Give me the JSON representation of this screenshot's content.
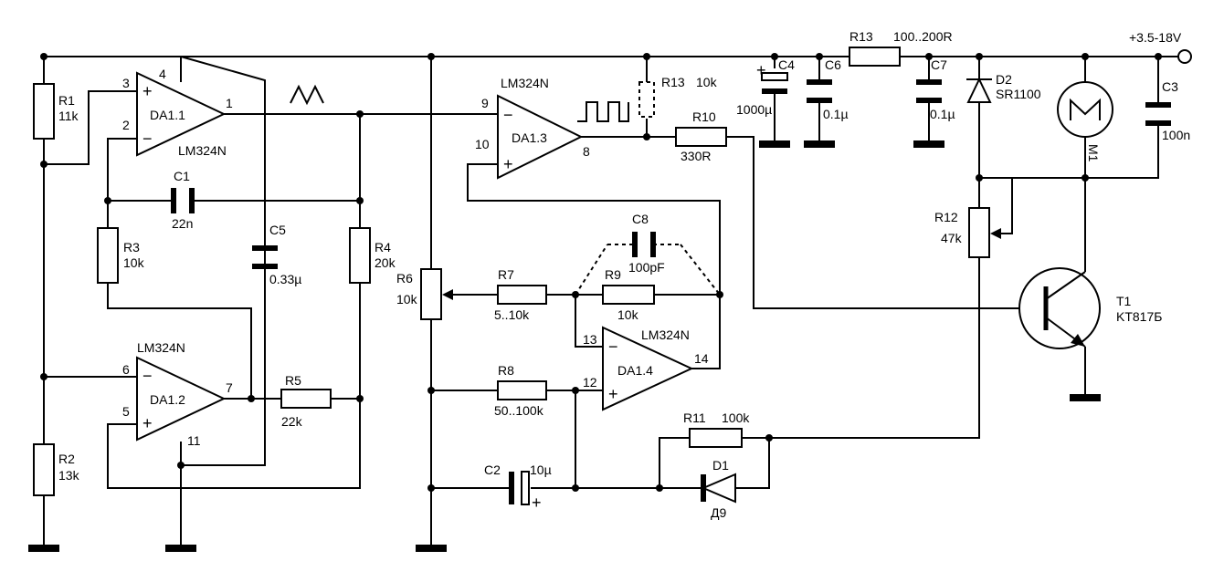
{
  "supply": "+3.5-18V",
  "components": {
    "R1": {
      "name": "R1",
      "value": "11k"
    },
    "R2": {
      "name": "R2",
      "value": "13k"
    },
    "R3": {
      "name": "R3",
      "value": "10k"
    },
    "R4": {
      "name": "R4",
      "value": "20k"
    },
    "R5": {
      "name": "R5",
      "value": "22k"
    },
    "R6": {
      "name": "R6",
      "value": "10k"
    },
    "R7": {
      "name": "R7",
      "value": "5..10k"
    },
    "R8": {
      "name": "R8",
      "value": "50..100k"
    },
    "R9": {
      "name": "R9",
      "value": "10k"
    },
    "R10": {
      "name": "R10",
      "value": "330R"
    },
    "R11": {
      "name": "R11",
      "value": "100k"
    },
    "R12": {
      "name": "R12",
      "value": "47k"
    },
    "R13": {
      "name": "R13",
      "value": "100..200R"
    },
    "R13b": {
      "name": "R13",
      "value": "10k"
    },
    "C1": {
      "name": "C1",
      "value": "22n"
    },
    "C2": {
      "name": "C2",
      "value": "10µ"
    },
    "C3": {
      "name": "C3",
      "value": "100n"
    },
    "C4": {
      "name": "C4",
      "value": "1000µ"
    },
    "C5": {
      "name": "C5",
      "value": "0.33µ"
    },
    "C6": {
      "name": "C6",
      "value": "0.1µ"
    },
    "C7": {
      "name": "C7",
      "value": "0.1µ"
    },
    "C8": {
      "name": "C8",
      "value": "100pF"
    },
    "D1": {
      "name": "D1",
      "value": "Д9"
    },
    "D2": {
      "name": "D2",
      "value": "SR1100"
    },
    "T1": {
      "name": "T1",
      "value": "KT817Б"
    },
    "M1": {
      "name": "M1"
    }
  },
  "opamps": {
    "DA1_1": {
      "name": "DA1.1",
      "part": "LM324N",
      "pins": {
        "in_plus": "3",
        "in_minus": "2",
        "out": "1",
        "vcc": "4"
      }
    },
    "DA1_2": {
      "name": "DA1.2",
      "part": "LM324N",
      "pins": {
        "in_minus": "6",
        "in_plus": "5",
        "out": "7",
        "gnd": "11"
      }
    },
    "DA1_3": {
      "name": "DA1.3",
      "part": "LM324N",
      "pins": {
        "in_minus": "9",
        "in_plus": "10",
        "out": "8"
      }
    },
    "DA1_4": {
      "name": "DA1.4",
      "part": "LM324N",
      "pins": {
        "in_minus": "13",
        "in_plus": "12",
        "out": "14"
      }
    }
  }
}
